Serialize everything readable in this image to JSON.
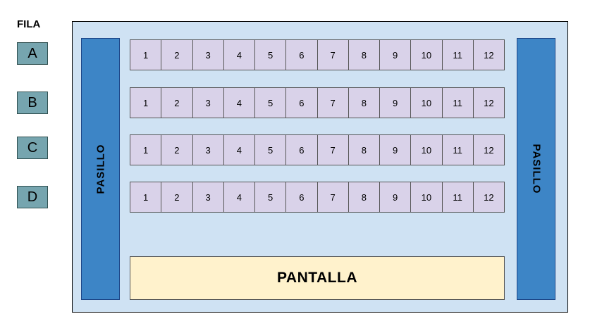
{
  "fila_label": "FILA",
  "row_labels": [
    "A",
    "B",
    "C",
    "D"
  ],
  "aisles": {
    "left": "PASILLO",
    "right": "PASILLO"
  },
  "seat_rows": [
    [
      "1",
      "2",
      "3",
      "4",
      "5",
      "6",
      "7",
      "8",
      "9",
      "10",
      "11",
      "12"
    ],
    [
      "1",
      "2",
      "3",
      "4",
      "5",
      "6",
      "7",
      "8",
      "9",
      "10",
      "11",
      "12"
    ],
    [
      "1",
      "2",
      "3",
      "4",
      "5",
      "6",
      "7",
      "8",
      "9",
      "10",
      "11",
      "12"
    ],
    [
      "1",
      "2",
      "3",
      "4",
      "5",
      "6",
      "7",
      "8",
      "9",
      "10",
      "11",
      "12"
    ]
  ],
  "screen_label": "PANTALLA",
  "colors": {
    "hall": "#cfe2f3",
    "aisle": "#3d85c6",
    "seat": "#d9d2e9",
    "screen": "#fff2cc",
    "row_label": "#76a5af"
  }
}
